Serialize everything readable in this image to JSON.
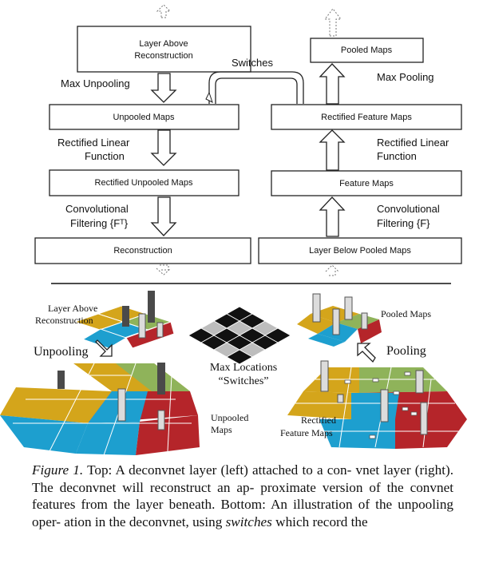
{
  "top": {
    "deconvnet": {
      "layer_above": [
        "Layer Above",
        "Reconstruction"
      ],
      "max_unpooling": "Max Unpooling",
      "unpooled_maps": "Unpooled Maps",
      "relu": [
        "Rectified Linear",
        "Function"
      ],
      "rectified_unpooled_maps": "Rectified Unpooled Maps",
      "conv_filtering": [
        "Convolutional",
        "Filtering {Fᵀ}"
      ],
      "reconstruction": "Reconstruction"
    },
    "switches": "Switches",
    "convnet": {
      "pooled_maps": "Pooled Maps",
      "max_pooling": "Max Pooling",
      "rectified_feature_maps": "Rectified Feature Maps",
      "relu": [
        "Rectified Linear",
        "Function"
      ],
      "feature_maps": "Feature Maps",
      "conv_filtering": [
        "Convolutional",
        "Filtering {F}"
      ],
      "layer_below": "Layer Below Pooled Maps"
    }
  },
  "bottom": {
    "layer_above": [
      "Layer Above",
      "Reconstruction"
    ],
    "unpooling": "Unpooling",
    "unpooled_maps": [
      "Unpooled",
      "Maps"
    ],
    "max_locations": [
      "Max Locations",
      "“Switches”"
    ],
    "pooled_maps": "Pooled Maps",
    "pooling": "Pooling",
    "rectified_feature_maps": [
      "Rectified",
      "Feature Maps"
    ]
  },
  "colors": {
    "gold": "#d4a51b",
    "green": "#8fb35a",
    "blue": "#1d9fcf",
    "red": "#b5252a",
    "dark_bar": "#4a4a4a",
    "light_bar": "#dcdcdc"
  },
  "caption": {
    "figure_label": "Figure 1.",
    "lines": [
      " Top: A deconvnet layer (left) attached to a con-",
      "vnet layer (right). The deconvnet will reconstruct an ap-",
      "proximate version of the convnet features from the layer",
      "beneath. Bottom: An illustration of the unpooling oper-",
      "ation in the deconvnet, using ",
      "switches",
      " which record the"
    ]
  }
}
